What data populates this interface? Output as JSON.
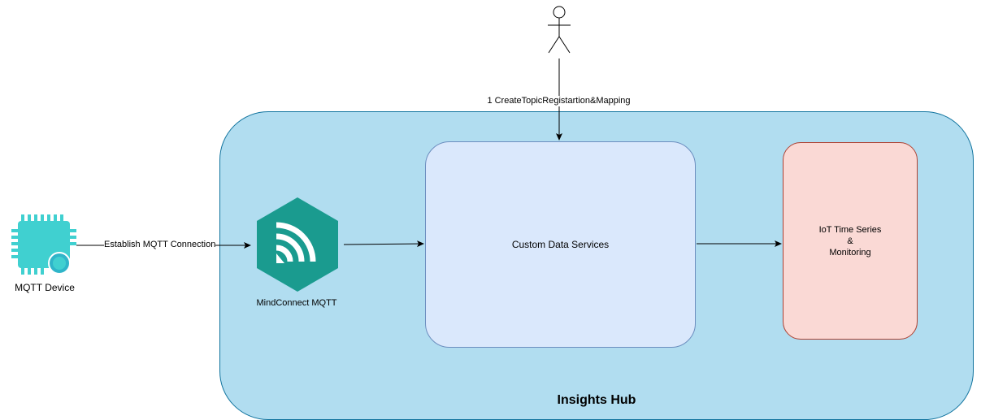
{
  "hub": {
    "label": "Insights Hub"
  },
  "custom_data_services": {
    "label": "Custom Data Services"
  },
  "iot": {
    "line1": "IoT Time Series",
    "line2": "&",
    "line3": "Monitoring"
  },
  "device": {
    "label": "MQTT Device",
    "icon": "chip-icon"
  },
  "mindconnect": {
    "label": "MindConnect MQTT",
    "icon": "mqtt-signal-icon"
  },
  "edges": {
    "device_to_mindconnect": "Establish MQTT Connection",
    "actor_to_cds": "1 CreateTopicRegistartion&Mapping"
  },
  "colors": {
    "hub_fill": "#b1ddf0",
    "cds_fill": "#dae8fc",
    "iot_fill": "#fad9d5",
    "mindconnect_fill": "#1a9b8f",
    "device_fill": "#40d0d0"
  }
}
